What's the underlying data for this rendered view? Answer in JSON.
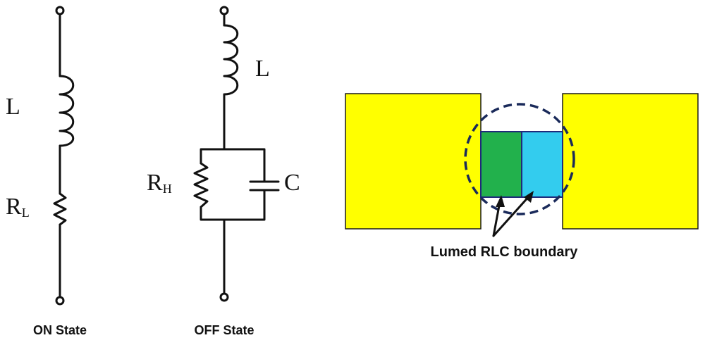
{
  "on_state": {
    "caption": "ON State",
    "inductor_label": "L",
    "resistor_label_main": "R",
    "resistor_label_sub": "L"
  },
  "off_state": {
    "caption": "OFF State",
    "inductor_label": "L",
    "resistor_label_main": "R",
    "resistor_label_sub": "H",
    "capacitor_label": "C"
  },
  "boundary_figure": {
    "caption": "Lumed RLC boundary",
    "colors": {
      "pad": "#ffff00",
      "left_block": "#22b14c",
      "right_block": "#33ccee",
      "dashed_circle": "#1a2a5a",
      "outline": "#1a1a1a",
      "block_outline": "#1f2a7a"
    }
  }
}
